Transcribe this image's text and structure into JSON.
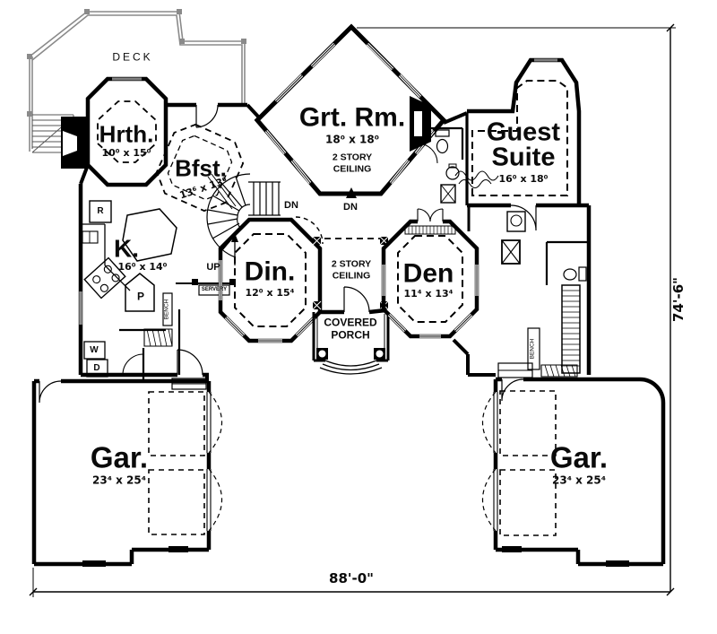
{
  "plan": {
    "deck": {
      "label": "DECK"
    },
    "hearth": {
      "label": "Hrth.",
      "dims": "10⁰ x 15⁰"
    },
    "breakfast": {
      "label": "Bfst.",
      "dims": "13⁶ x 13⁶"
    },
    "great_room": {
      "label": "Grt. Rm.",
      "dims": "18⁰ x 18⁰",
      "note": "2 STORY\nCEILING"
    },
    "guest_suite": {
      "label": "Guest\nSuite",
      "dims": "16⁰ x 18⁰"
    },
    "kitchen": {
      "label": "K.",
      "dims": "16⁰ x 14⁰"
    },
    "dining": {
      "label": "Din.",
      "dims": "12⁰ x 15⁴"
    },
    "foyer": {
      "note": "2 STORY\nCEILING"
    },
    "den": {
      "label": "Den",
      "dims": "11⁴ x 13⁴"
    },
    "porch": {
      "label": "COVERED\nPORCH"
    },
    "garage_left": {
      "label": "Gar.",
      "dims": "23⁴ x 25⁴"
    },
    "garage_right": {
      "label": "Gar.",
      "dims": "23⁴ x 25⁴"
    },
    "annotations": {
      "up": "UP",
      "dn_stairs": "DN",
      "dn_great_room": "DN",
      "servery": "SERVERY",
      "bench_left": "BENCH",
      "bench_right": "BENCH",
      "washer": "W",
      "dryer": "D",
      "refrigerator": "R",
      "pantry": "P"
    },
    "dimensions": {
      "overall_width": "88'-0\"",
      "overall_depth": "74'-6\""
    }
  }
}
